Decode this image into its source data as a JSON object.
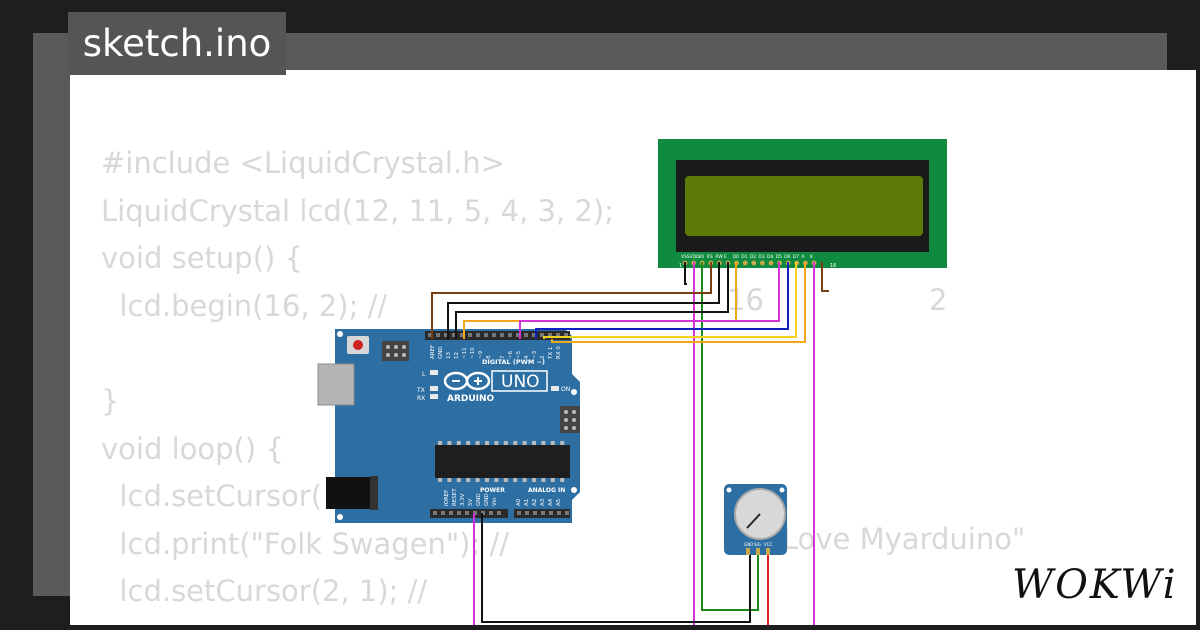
{
  "tab": {
    "title": "sketch.ino"
  },
  "code_lines": [
    "#include <LiquidCrystal.h>",
    "LiquidCrystal lcd(12, 11, 5, 4, 3, 2);",
    "void setup() {",
    "  lcd.begin(16, 2); //",
    "",
    "}",
    "void loop() {",
    "  lcd.setCursor(",
    "  lcd.print(\"Folk Swagen\"); //",
    "  lcd.setCursor(2, 1); //"
  ],
  "code_fragments": {
    "cols": "16",
    "rows": "2",
    "message": "Love Myarduino\""
  },
  "arduino": {
    "brand": "ARDUINO",
    "model": "UNO",
    "digital_label": "DIGITAL (PWM ~)",
    "power_label": "POWER",
    "analog_label": "ANALOG IN",
    "led_l": "L",
    "led_tx": "TX",
    "led_rx": "RX",
    "on_label": "ON",
    "top_pins": [
      "AREF",
      "GND",
      "13",
      "12",
      "~11",
      "~10",
      "~9",
      "8",
      "7",
      "~6",
      "~5",
      "4",
      "~3",
      "2",
      "TX 1",
      "RX 0"
    ],
    "bottom_pins": [
      "IOREF",
      "RESET",
      "3.3V",
      "5V",
      "GND",
      "GND",
      "Vin",
      "A0",
      "A1",
      "A2",
      "A3",
      "A4",
      "A5"
    ]
  },
  "lcd": {
    "pins": [
      "VSS",
      "VDD",
      "V0",
      "RS",
      "RW",
      "E",
      "D0",
      "D1",
      "D2",
      "D3",
      "D4",
      "D5",
      "D6",
      "D7",
      "A",
      "K"
    ],
    "pin_first": "1",
    "pin_last": "16"
  },
  "pot": {
    "pins": [
      "GND",
      "SIG",
      "VCC"
    ]
  },
  "logo": "WOKWi",
  "colors": {
    "background": "#1e1e1e",
    "card_border": "#5a5a5a",
    "tab": "#555555",
    "code_text": "#d8d8d8",
    "arduino_board": "#2d6ea3",
    "lcd_pcb": "#0f8a3e",
    "lcd_screen": "#5d7a07",
    "wire_magenta": "#d633d6",
    "wire_brown": "#7a3f10",
    "wire_black": "#111111",
    "wire_orange": "#f2a71a",
    "wire_yellow": "#f0d020",
    "wire_blue": "#1020c0",
    "wire_green": "#1a8a1a",
    "wire_red": "#e02020"
  }
}
